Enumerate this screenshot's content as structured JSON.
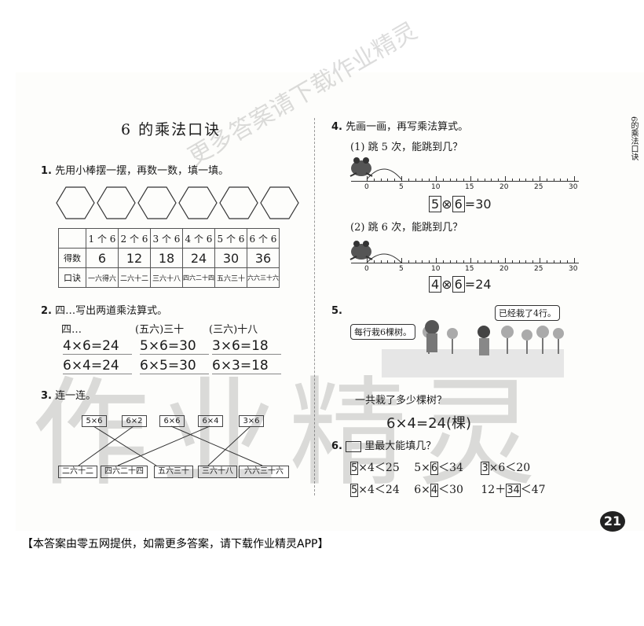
{
  "page_title": "6 的乘法口诀",
  "side_title": "6的乘法口诀",
  "page_number": "21",
  "footer": "【本答案由零五网提供，如需更多答案，请下载作业精灵APP】",
  "watermark_top": "更多答案请下载作业精灵",
  "watermark_big": "作业精灵",
  "q1": {
    "num": "1.",
    "text": "先用小棒摆一摆，再数一数，填一填。",
    "headers": [
      "1 个 6",
      "2 个 6",
      "3 个 6",
      "4 个 6",
      "5 个 6",
      "6 个 6"
    ],
    "row1_label": "得数",
    "row1": [
      "6",
      "12",
      "18",
      "24",
      "30",
      "36"
    ],
    "row2_label": "口诀",
    "row2": [
      "一六得六",
      "二六十二",
      "三六十八",
      "四六二十四",
      "五六三十",
      "六六三十六"
    ]
  },
  "q2": {
    "num": "2.",
    "text": "四…写出两道乘法算式。",
    "labels": [
      "四…",
      "(五六)三十",
      "(三六)十八"
    ],
    "answers": [
      [
        "4×6=24",
        "5×6=30",
        "3×6=18"
      ],
      [
        "6×4=24",
        "6×5=30",
        "6×3=18"
      ]
    ]
  },
  "q3": {
    "num": "3.",
    "text": "连一连。",
    "top": [
      "5×6",
      "6×2",
      "6×6",
      "6×4",
      "3×6"
    ],
    "bottom": [
      "二六十二",
      "四六二十四",
      "五六三十",
      "三六十八",
      "六六三十六"
    ]
  },
  "q4": {
    "num": "4.",
    "text": "先画一画，再写乘法算式。",
    "sub1": "(1) 跳 5 次，能跳到几？",
    "sub2": "(2) 跳 6 次，能跳到几？",
    "ticks": [
      "0",
      "5",
      "10",
      "15",
      "20",
      "25",
      "30"
    ],
    "ans1": [
      "5",
      "⊗",
      "6",
      "=30"
    ],
    "ans2": [
      "4",
      "⊗",
      "6",
      "=24"
    ]
  },
  "q5": {
    "num": "5.",
    "bubble_left": "每行栽6棵树。",
    "bubble_right": "已经栽了4行。",
    "question": "一共栽了多少棵树？",
    "answer": "6×4=24(棵)"
  },
  "q6": {
    "num": "6.",
    "text": "里最大能填几？",
    "rows": [
      [
        "5",
        "×4＜25",
        "5×",
        "6",
        "＜34",
        "3",
        "×6＜20"
      ],
      [
        "5",
        "×4＜24",
        "6×",
        "4",
        "＜30",
        "12＋",
        "34",
        "＜47"
      ]
    ]
  }
}
